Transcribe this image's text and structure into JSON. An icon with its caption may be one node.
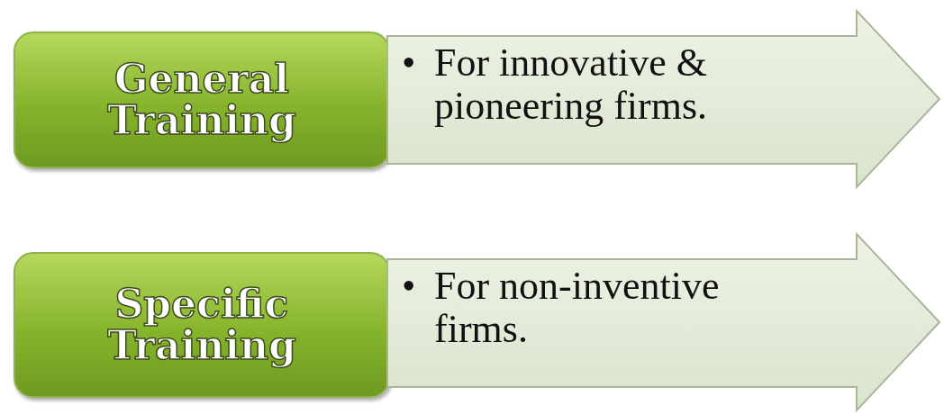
{
  "diagram": {
    "nodes": [
      {
        "text": [
          "General Training"
        ]
      },
      {
        "text": [
          "•",
          "For innovative & pioneering firms."
        ]
      },
      {
        "text": [
          "Specific Training"
        ]
      },
      {
        "text": [
          "•",
          "For non-inventive firms."
        ]
      }
    ]
  }
}
